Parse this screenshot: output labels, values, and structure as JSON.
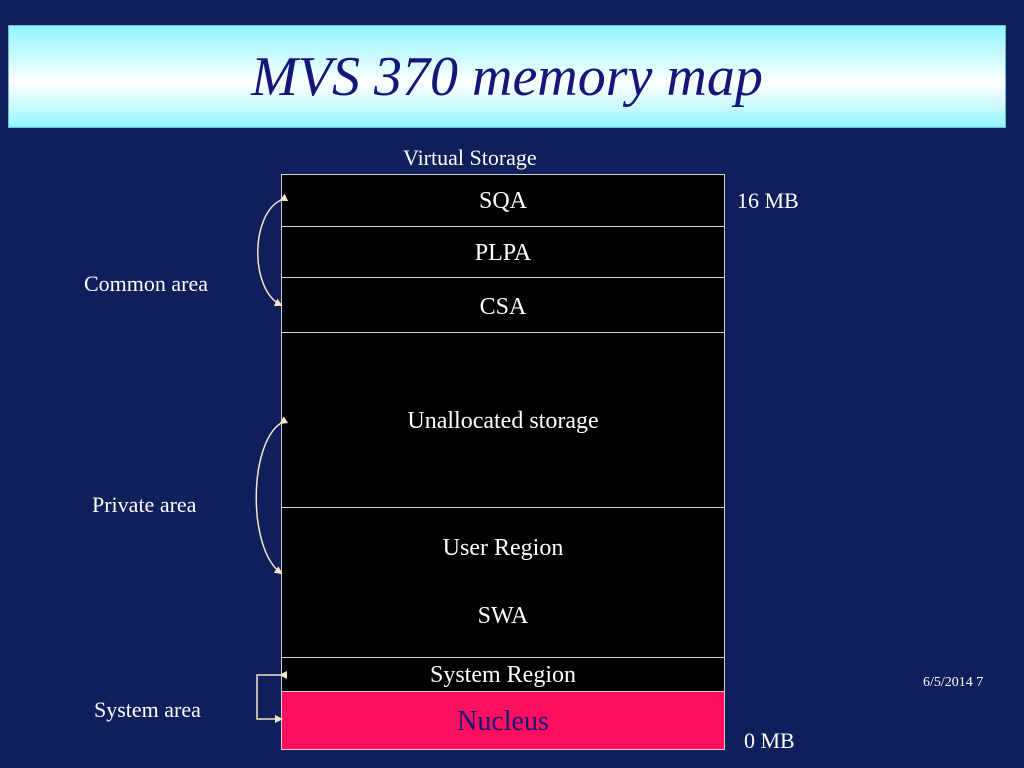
{
  "title": "MVS 370 memory map",
  "diagram": {
    "header": "Virtual Storage",
    "top_marker": "16 MB",
    "bottom_marker": "0 MB",
    "segments": {
      "sqa": "SQA",
      "plpa": "PLPA",
      "csa": "CSA",
      "unallocated": "Unallocated storage",
      "user_region": "User Region",
      "swa": "SWA",
      "system_region": "System Region",
      "nucleus": "Nucleus"
    },
    "groups": {
      "common": "Common area",
      "private": "Private area",
      "system": "System area"
    }
  },
  "footer": "6/5/2014 7",
  "colors": {
    "background": "#0e1f5b",
    "title_text": "#14167a",
    "nucleus": "#ff0f5d",
    "arrow": "#f5e6c8"
  }
}
